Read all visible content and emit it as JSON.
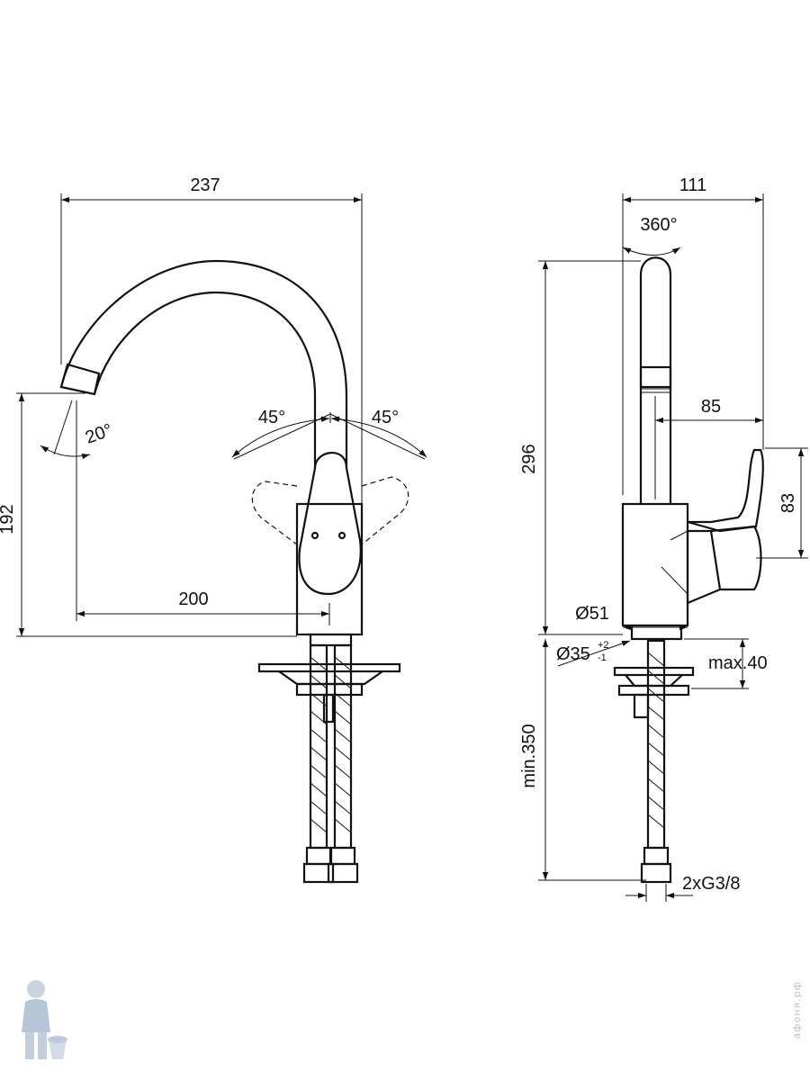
{
  "dimensions": {
    "width_total": "237",
    "spout_height": "192",
    "spout_angle": "20°",
    "lever_left": "45°",
    "lever_right": "45°",
    "spout_reach": "200",
    "depth_total": "111",
    "rotation": "360°",
    "height_total": "296",
    "lever_reach": "85",
    "lever_height": "83",
    "body_diameter": "Ø51",
    "hole_diameter": "Ø35",
    "hole_tol_plus": "+2",
    "hole_tol_minus": "-1",
    "deck_thickness": "max.40",
    "hose_length": "min.350",
    "connection": "2xG3/8"
  },
  "watermark": "афоня.рф",
  "colors": {
    "line": "#111111",
    "watermark": "#b8c4d4"
  }
}
